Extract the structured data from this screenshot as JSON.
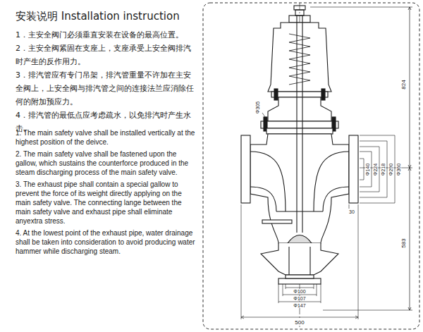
{
  "diagram": {
    "title": "安装说明 Installation instruction",
    "labels": [
      "1．主安全阀门必须垂直安装在设备的最高位置。",
      "2．主安全阀紧固在支座上，支座承受上安全阀排汽时产生的反作用力。",
      "3．排汽管应有专门吊架，排汽管重量不许加在主安全阀上，上安全阀与排汽管之间的连接法兰应消除任何的附加预应力。",
      "4．排汽管的最低点应考虑疏水，以免排汽时产生水击。",
      "1. The main safety valve shall be installed vertically at the highest position of the deivce.",
      "2. The main safety valve shall be fastened upon the gallow, which sustains the counterforce produced in the steam discharging process of the main safety valve.",
      "3. The exhaust pipe shall contain a special gallow to prevent the force of its weight directly applying on the main safety valve. The connecting lange between the main safety valve and exhaust pipe shall eliminate anyextra stress.",
      "4. At the lowest point of the exhaust pipe, water drainage shall be taken into consideration to avoid producing water hammer while discharging steam.",
      "824",
      "Φ305",
      "Φ140",
      "Φ224",
      "Φ218",
      "Φ290",
      "Φ360",
      "30",
      "583",
      "Φ100",
      "Φ107",
      "Φ147",
      "500"
    ]
  }
}
